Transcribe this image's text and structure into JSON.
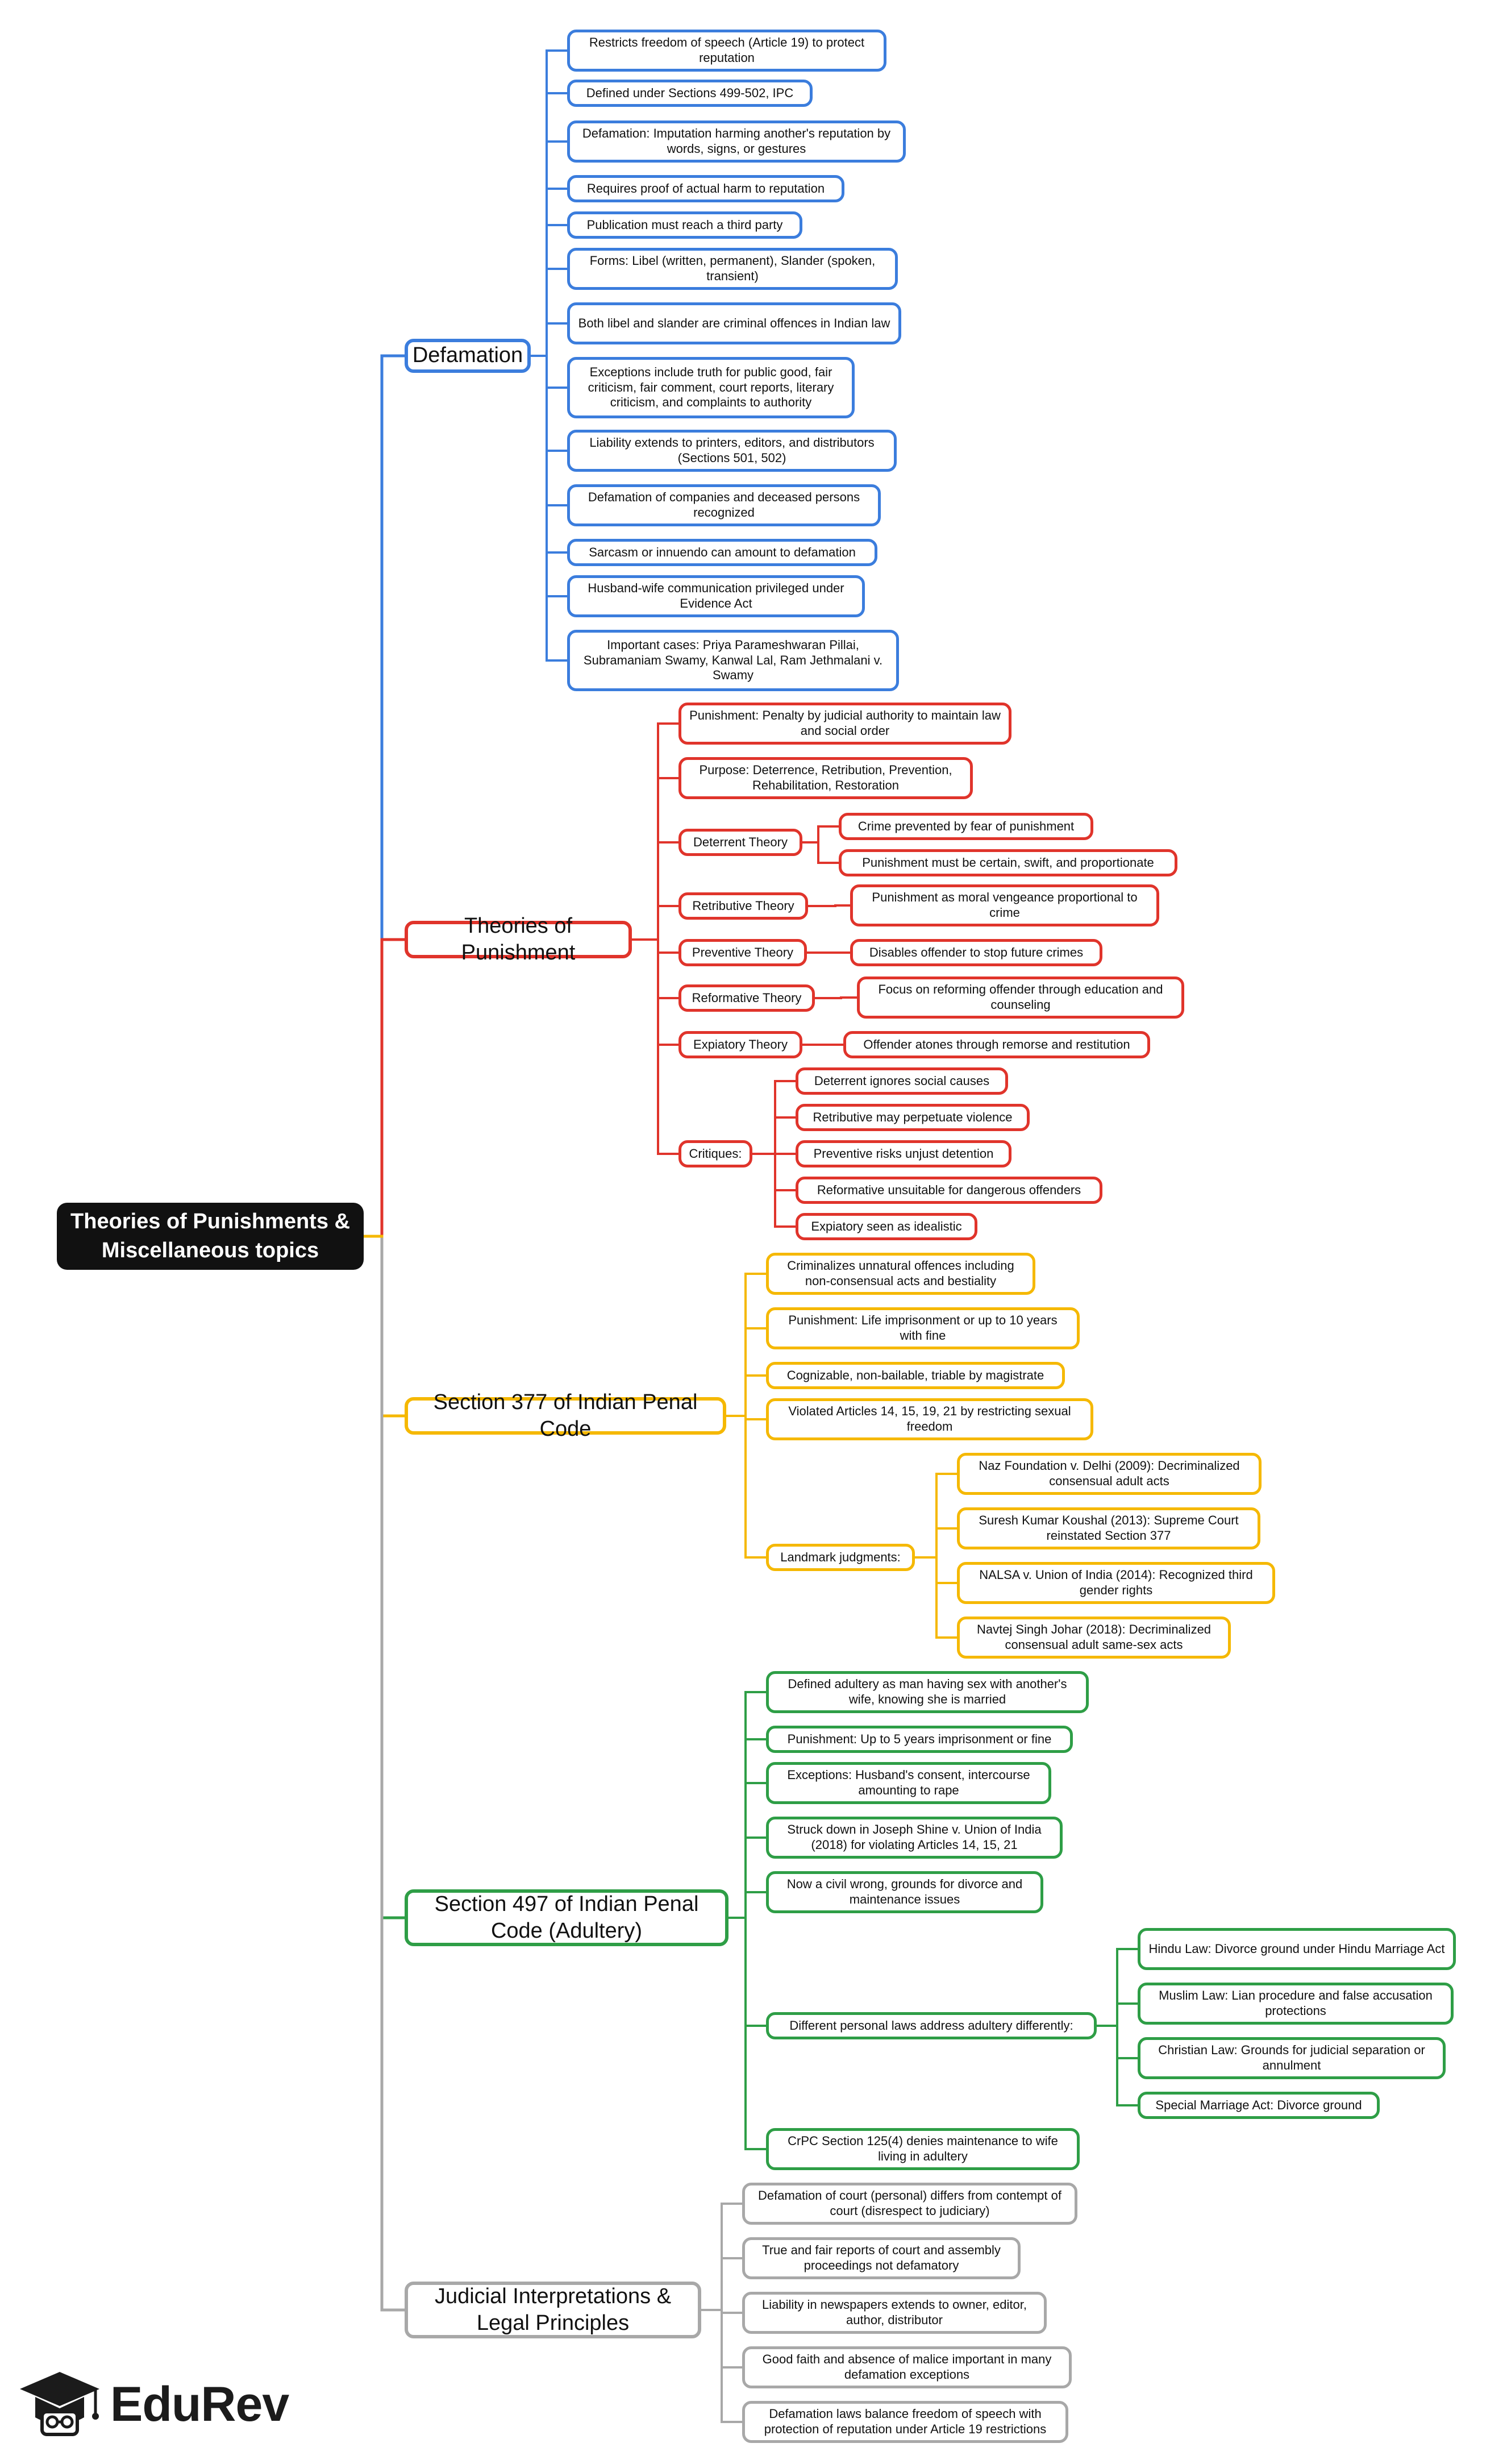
{
  "root": {
    "label": "Theories of Punishments & Miscellaneous topics"
  },
  "brand": {
    "name": "EduRev",
    "logo_icon": "graduation-cap-icon"
  },
  "colors": {
    "defamation": "#3b7ddd",
    "punishment": "#e0342b",
    "section377": "#f5b800",
    "section497": "#2e9e46",
    "judicial": "#a8a8a8"
  },
  "branches": [
    {
      "id": "defamation",
      "label": "Defamation",
      "color": "#3b7ddd",
      "children": [
        {
          "label": "Restricts freedom of speech (Article 19) to protect reputation"
        },
        {
          "label": "Defined under Sections 499-502, IPC"
        },
        {
          "label": "Defamation: Imputation harming another's reputation by words, signs, or gestures"
        },
        {
          "label": "Requires proof of actual harm to reputation"
        },
        {
          "label": "Publication must reach a third party"
        },
        {
          "label": "Forms: Libel (written, permanent), Slander (spoken, transient)"
        },
        {
          "label": "Both libel and slander are criminal offences in Indian law"
        },
        {
          "label": "Exceptions include truth for public good, fair criticism, fair comment, court reports, literary criticism, and complaints to authority"
        },
        {
          "label": "Liability extends to printers, editors, and distributors (Sections 501, 502)"
        },
        {
          "label": "Defamation of companies and deceased persons recognized"
        },
        {
          "label": "Sarcasm or innuendo can amount to defamation"
        },
        {
          "label": "Husband-wife communication privileged under Evidence Act"
        },
        {
          "label": "Important cases: Priya Parameshwaran Pillai, Subramaniam Swamy, Kanwal Lal, Ram Jethmalani v. Swamy"
        }
      ]
    },
    {
      "id": "punishment",
      "label": "Theories of Punishment",
      "color": "#e0342b",
      "children": [
        {
          "label": "Punishment: Penalty by judicial authority to maintain law and social order"
        },
        {
          "label": "Purpose: Deterrence, Retribution, Prevention, Rehabilitation, Restoration"
        },
        {
          "label": "Deterrent Theory",
          "children": [
            {
              "label": "Crime prevented by fear of punishment"
            },
            {
              "label": "Punishment must be certain, swift, and proportionate"
            }
          ]
        },
        {
          "label": "Retributive Theory",
          "children": [
            {
              "label": "Punishment as moral vengeance proportional to crime"
            }
          ]
        },
        {
          "label": "Preventive Theory",
          "children": [
            {
              "label": "Disables offender to stop future crimes"
            }
          ]
        },
        {
          "label": "Reformative Theory",
          "children": [
            {
              "label": "Focus on reforming offender through education and counseling"
            }
          ]
        },
        {
          "label": "Expiatory Theory",
          "children": [
            {
              "label": "Offender atones through remorse and restitution"
            }
          ]
        },
        {
          "label": "Critiques:",
          "children": [
            {
              "label": "Deterrent ignores social causes"
            },
            {
              "label": "Retributive may perpetuate violence"
            },
            {
              "label": "Preventive risks unjust detention"
            },
            {
              "label": "Reformative unsuitable for dangerous offenders"
            },
            {
              "label": "Expiatory seen as idealistic"
            }
          ]
        }
      ]
    },
    {
      "id": "section377",
      "label": "Section 377 of Indian Penal Code",
      "color": "#f5b800",
      "children": [
        {
          "label": "Criminalizes unnatural offences including non-consensual acts and bestiality"
        },
        {
          "label": "Punishment: Life imprisonment or up to 10 years with fine"
        },
        {
          "label": "Cognizable, non-bailable, triable by magistrate"
        },
        {
          "label": "Violated Articles 14, 15, 19, 21 by restricting sexual freedom"
        },
        {
          "label": "Landmark judgments:",
          "children": [
            {
              "label": "Naz Foundation v. Delhi (2009): Decriminalized consensual adult acts"
            },
            {
              "label": "Suresh Kumar Koushal (2013): Supreme Court reinstated Section 377"
            },
            {
              "label": "NALSA v. Union of India (2014): Recognized third gender rights"
            },
            {
              "label": "Navtej Singh Johar (2018): Decriminalized consensual adult same-sex acts"
            }
          ]
        }
      ]
    },
    {
      "id": "section497",
      "label": "Section 497 of Indian Penal Code (Adultery)",
      "color": "#2e9e46",
      "children": [
        {
          "label": "Defined adultery as man having sex with another's wife, knowing she is married"
        },
        {
          "label": "Punishment: Up to 5 years imprisonment or fine"
        },
        {
          "label": "Exceptions: Husband's consent, intercourse amounting to rape"
        },
        {
          "label": "Struck down in Joseph Shine v. Union of India (2018) for violating Articles 14, 15, 21"
        },
        {
          "label": "Now a civil wrong, grounds for divorce and maintenance issues"
        },
        {
          "label": "Different personal laws address adultery differently:",
          "children": [
            {
              "label": "Hindu Law: Divorce ground under Hindu Marriage Act"
            },
            {
              "label": "Muslim Law: Lian procedure and false accusation protections"
            },
            {
              "label": "Christian Law: Grounds for judicial separation or annulment"
            },
            {
              "label": "Special Marriage Act: Divorce ground"
            }
          ]
        },
        {
          "label": "CrPC Section 125(4) denies maintenance to wife living in adultery"
        }
      ]
    },
    {
      "id": "judicial",
      "label": "Judicial Interpretations & Legal Principles",
      "color": "#a8a8a8",
      "children": [
        {
          "label": "Defamation of court (personal) differs from contempt of court (disrespect to judiciary)"
        },
        {
          "label": "True and fair reports of court and assembly proceedings not defamatory"
        },
        {
          "label": "Liability in newspapers extends to owner, editor, author, distributor"
        },
        {
          "label": "Good faith and absence of malice important in many defamation exceptions"
        },
        {
          "label": "Defamation laws balance freedom of speech with protection of reputation under Article 19 restrictions"
        }
      ]
    }
  ]
}
